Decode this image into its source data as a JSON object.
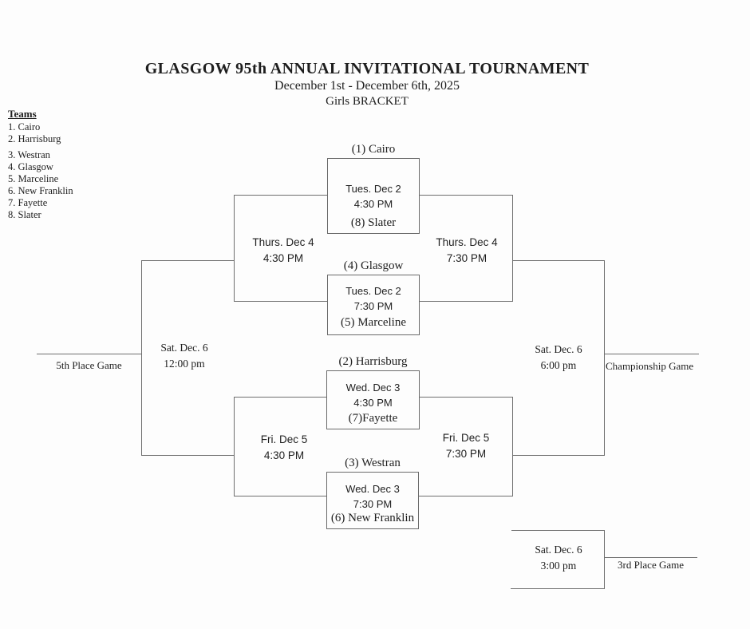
{
  "header": {
    "title": "GLASGOW 95th ANNUAL INVITATIONAL TOURNAMENT",
    "subtitle": "December 1st - December 6th, 2025",
    "bracket_label": "Girls BRACKET"
  },
  "teams": {
    "heading": "Teams",
    "list": [
      "1. Cairo",
      "2. Harrisburg",
      "3. Westran",
      "4. Glasgow",
      "5. Marceline",
      "6. New Franklin",
      "7. Fayette",
      "8. Slater"
    ]
  },
  "first_round": [
    {
      "team_top": "(1) Cairo",
      "date": "Tues. Dec 2",
      "time": "4:30 PM",
      "team_bottom": "(8) Slater"
    },
    {
      "team_top": "(4) Glasgow",
      "date": "Tues. Dec 2",
      "time": "7:30 PM",
      "team_bottom": "(5) Marceline"
    },
    {
      "team_top": "(2) Harrisburg",
      "date": "Wed. Dec 3",
      "time": "4:30 PM",
      "team_bottom": "(7)Fayette"
    },
    {
      "team_top": "(3) Westran",
      "date": "Wed. Dec 3",
      "time": "7:30 PM",
      "team_bottom": "(6) New Franklin"
    }
  ],
  "second_round": {
    "consolation_semi_top": {
      "date": "Thurs. Dec 4",
      "time": "4:30 PM"
    },
    "winners_semi_top": {
      "date": "Thurs. Dec 4",
      "time": "7:30 PM"
    },
    "consolation_semi_bottom": {
      "date": "Fri. Dec 5",
      "time": "4:30 PM"
    },
    "winners_semi_bottom": {
      "date": "Fri. Dec 5",
      "time": "7:30 PM"
    }
  },
  "finals": {
    "fifth_place": {
      "date": "Sat. Dec. 6",
      "time": "12:00 pm",
      "label": "5th Place Game"
    },
    "championship": {
      "date": "Sat. Dec. 6",
      "time": "6:00 pm",
      "label": "Championship Game"
    },
    "third_place": {
      "date": "Sat. Dec. 6",
      "time": "3:00 pm",
      "label": "3rd Place Game"
    }
  },
  "colors": {
    "line": "#6f6f6f",
    "text": "#1e1e1e",
    "page_background": "#fdfdfd"
  }
}
